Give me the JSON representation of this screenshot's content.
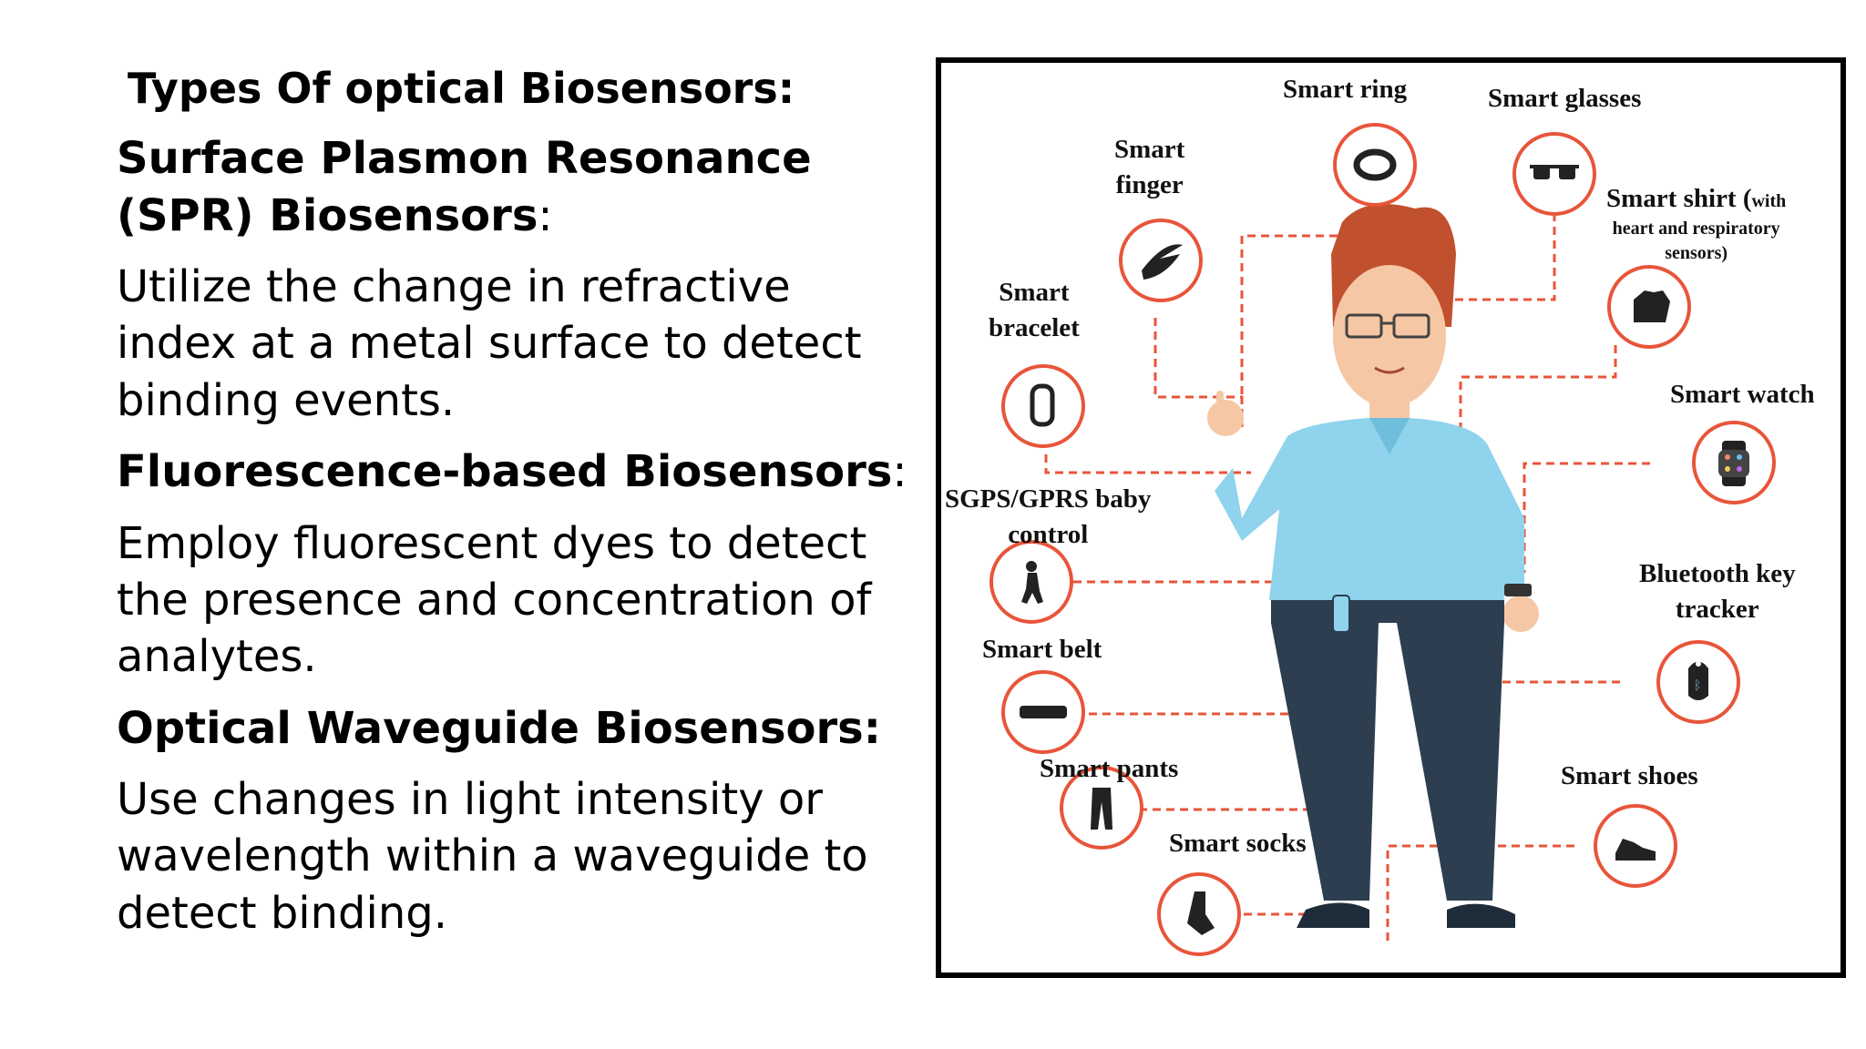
{
  "slide": {
    "title": "Types  Of optical Biosensors:",
    "sections": [
      {
        "heading": "Surface Plasmon Resonance (SPR) Biosensors",
        "suffix": ":",
        "body": "Utilize the change in refractive index at a metal surface to detect binding events."
      },
      {
        "heading": "Fluorescence-based Biosensors",
        "suffix": ":",
        "body": "Employ fluorescent dyes to detect the presence and concentration of analytes."
      },
      {
        "heading": "Optical Waveguide Biosensors:",
        "suffix": "",
        "body": "Use changes in light intensity or wavelength within a waveguide to detect binding."
      }
    ]
  },
  "figure": {
    "labels": {
      "smart_ring": "Smart ring",
      "smart_glasses": "Smart glasses",
      "smart_finger_1": "Smart",
      "smart_finger_2": "finger",
      "smart_shirt_main": "Smart shirt (",
      "smart_shirt_with": "with",
      "smart_shirt_2": "heart and respiratory",
      "smart_shirt_3": "sensors)",
      "smart_bracelet_1": "Smart",
      "smart_bracelet_2": "bracelet",
      "smart_watch": "Smart watch",
      "sgps_1": "SGPS/GPRS baby",
      "sgps_2": "control",
      "bluetooth_1": "Bluetooth key",
      "bluetooth_2": "tracker",
      "smart_belt": "Smart belt",
      "smart_pants": "Smart pants",
      "smart_shoes": "Smart shoes",
      "smart_socks": "Smart socks"
    },
    "colors": {
      "accent": "#e8553a",
      "shirt": "#8fd3ec",
      "pants": "#2d3e50",
      "hair": "#c1502e",
      "skin": "#f6c7a4"
    }
  }
}
